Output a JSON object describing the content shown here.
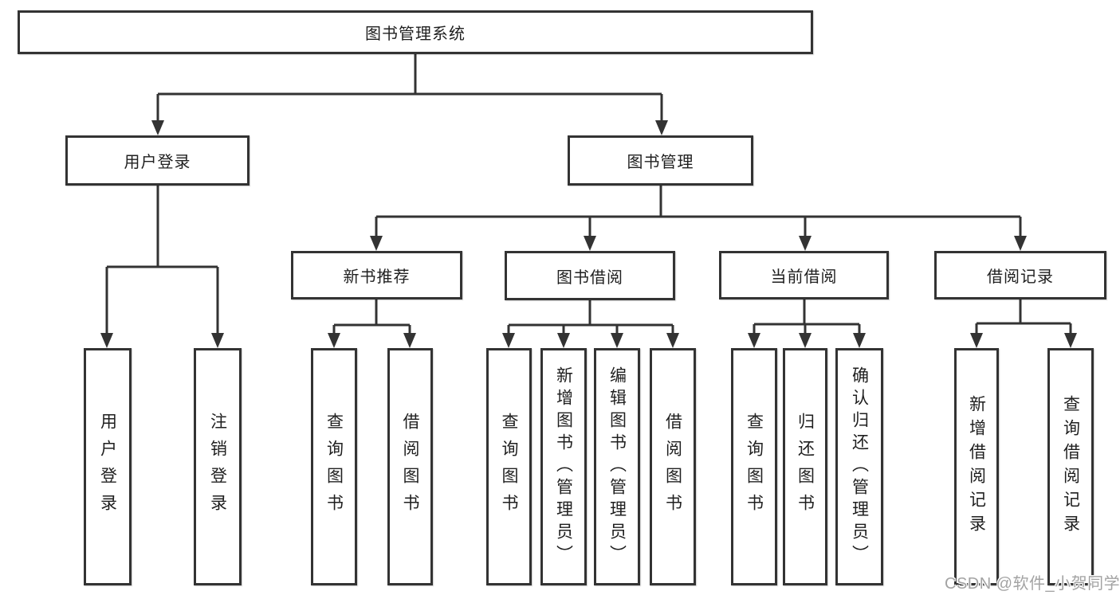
{
  "diagram": {
    "root": "图书管理系统",
    "level2": {
      "user_login": "用户登录",
      "book_mgmt": "图书管理"
    },
    "level3": {
      "new_books": "新书推荐",
      "book_borrow": "图书借阅",
      "current_borrow": "当前借阅",
      "borrow_records": "借阅记录"
    },
    "leaves": {
      "user_login": [
        "用户登录",
        "注销登录"
      ],
      "new_books": [
        "查询图书",
        "借阅图书"
      ],
      "book_borrow": [
        "查询图书",
        "新增图书（管理员）",
        "编辑图书（管理员）",
        "借阅图书"
      ],
      "current_borrow": [
        "查询图书",
        "归还图书",
        "确认归还（管理员）"
      ],
      "borrow_records": [
        "新增借阅记录",
        "查询借阅记录"
      ]
    }
  },
  "watermark": "CSDN @软件_小贺同学",
  "colors": {
    "line": "#333333",
    "text": "#1f1f1f",
    "watermark": "#a3a3a3",
    "background": "#ffffff"
  }
}
